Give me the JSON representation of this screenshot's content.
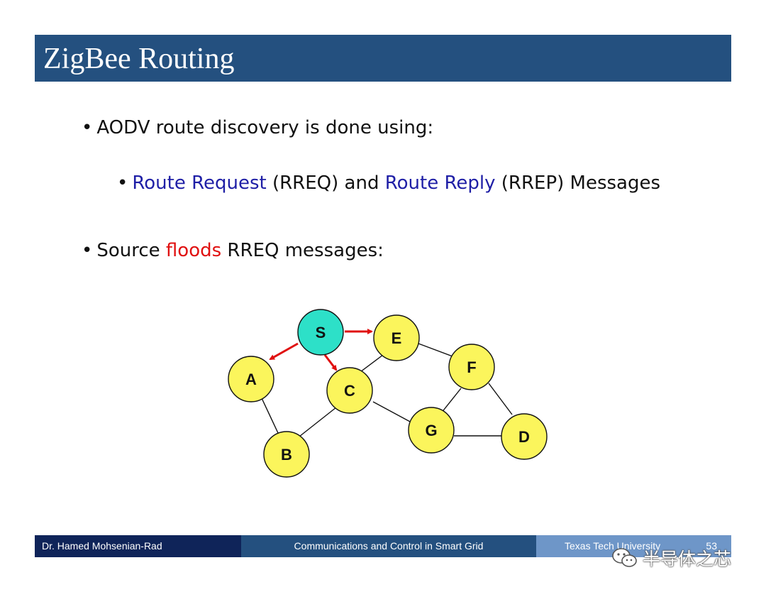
{
  "slide": {
    "title": "ZigBee Routing",
    "bullets": {
      "b1": "AODV route discovery is done using:",
      "b2": {
        "part1": "Route Request",
        "part2": " (RREQ) and ",
        "part3": "Route Reply",
        "part4": " (RREP) Messages"
      },
      "b3": {
        "part1": "Source ",
        "part2": "floods",
        "part3": " RREQ messages:"
      },
      "marker": "•"
    },
    "colors": {
      "title_bar": "#24507f",
      "link_blue": "#1f1fa6",
      "highlight_red": "#e01010",
      "source_node": "#2de0c8",
      "node": "#fbf55c",
      "arrow": "#e01010"
    }
  },
  "diagram": {
    "nodes": {
      "S": "S",
      "E": "E",
      "A": "A",
      "C": "C",
      "F": "F",
      "G": "G",
      "D": "D",
      "B": "B"
    }
  },
  "footer": {
    "author": "Dr. Hamed Mohsenian-Rad",
    "course": "Communications and Control in Smart Grid",
    "university": "Texas Tech University",
    "page": "53"
  },
  "watermark": {
    "text": "半导体之芯",
    "icon": "wechat-icon"
  }
}
